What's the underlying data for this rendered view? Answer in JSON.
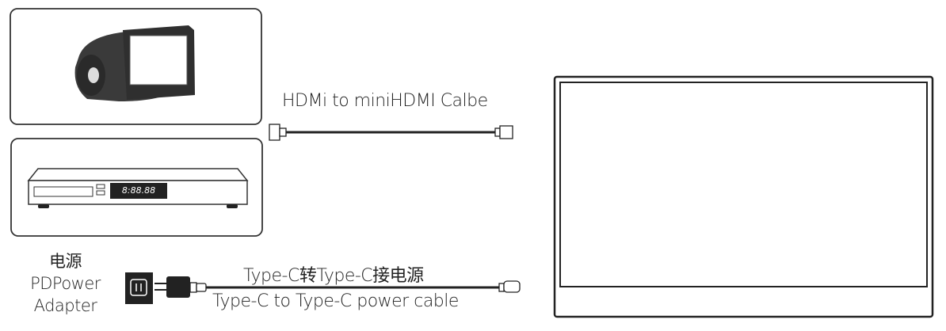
{
  "cable_hdmi": {
    "label": "HDMi to miniHDMI Calbe"
  },
  "cable_power": {
    "label_cn": "Type-C转Type-C接电源",
    "label_en": "Type-C to Type-C power cable"
  },
  "adapter": {
    "line1": "电源",
    "line2": "PDPower",
    "line3": "Adapter"
  },
  "dvd_player": {
    "display": "8:88.88"
  },
  "colors": {
    "line": "#222222",
    "device_dark": "#333333",
    "screen": "#ffffff"
  }
}
